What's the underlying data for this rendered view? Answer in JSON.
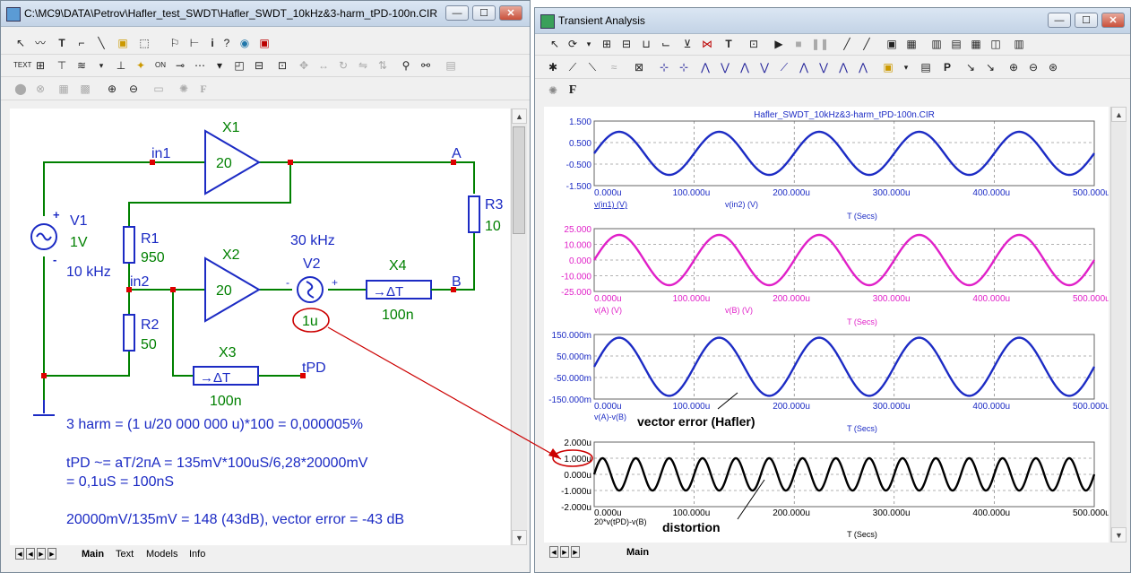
{
  "schematic_window": {
    "title": "C:\\MC9\\DATA\\Petrov\\Hafler_test_SWDT\\Hafler_SWDT_10kHz&3-harm_tPD-100n.CIR",
    "buttons": {
      "minimize": "—",
      "maximize": "☐",
      "close": "✕"
    },
    "components": {
      "x1": {
        "name": "X1",
        "gain": "20"
      },
      "x2": {
        "name": "X2",
        "gain": "20"
      },
      "x3": {
        "name": "X3",
        "value": "100n",
        "symbol": "→ΔT"
      },
      "x4": {
        "name": "X4",
        "value": "100n",
        "symbol": "→ΔT"
      },
      "v1": {
        "name": "V1",
        "value": "1V",
        "freq": "10 kHz",
        "plus": "+",
        "minus": "-"
      },
      "v2": {
        "name": "V2",
        "value": "1u",
        "freq": "30 kHz",
        "plus": "+",
        "minus": "-"
      },
      "r1": {
        "name": "R1",
        "value": "950"
      },
      "r2": {
        "name": "R2",
        "value": "50"
      },
      "r3": {
        "name": "R3",
        "value": "10"
      }
    },
    "nodes": {
      "in1": "in1",
      "in2": "in2",
      "a": "A",
      "b": "B",
      "tpd": "tPD"
    },
    "notes": [
      "3 harm = (1 u/20 000 000 u)*100 = 0,000005%",
      "tPD ~= aT/2пA = 135mV*100uS/6,28*20000mV",
      "= 0,1uS = 100nS",
      "20000mV/135mV = 148 (43dB), vector error = -43 dB"
    ],
    "tabs": [
      "Main",
      "Text",
      "Models",
      "Info"
    ]
  },
  "analysis_window": {
    "title": "Transient Analysis",
    "buttons": {
      "minimize": "—",
      "maximize": "☐",
      "close": "✕"
    },
    "font_button": "F",
    "tabs": [
      "Main"
    ],
    "x_tick_labels": [
      "0.000u",
      "100.000u",
      "200.000u",
      "300.000u",
      "400.000u",
      "500.000u"
    ],
    "x_axis_label": "T (Secs)",
    "plots": [
      {
        "title": "Hafler_SWDT_10kHz&3-harm_tPD-100n.CIR",
        "y_ticks": [
          "1.500",
          "0.500",
          "-0.500",
          "-1.500"
        ],
        "legend": [
          "v(in1) (V)",
          "v(in2) (V)"
        ],
        "color": "#1c2bc4"
      },
      {
        "title": "",
        "y_ticks": [
          "25.000",
          "10.000",
          "0.000",
          "-10.000",
          "-25.000"
        ],
        "legend": [
          "v(A) (V)",
          "v(B) (V)"
        ],
        "color": "#e020c8"
      },
      {
        "title": "",
        "y_ticks": [
          "150.000m",
          "50.000m",
          "-50.000m",
          "-150.000m"
        ],
        "legend": [
          "v(A)-v(B)"
        ],
        "color": "#1c2bc4",
        "annotation": "vector error (Hafler)"
      },
      {
        "title": "",
        "y_ticks": [
          "2.000u",
          "1.000u",
          "0.000u",
          "-1.000u",
          "-2.000u"
        ],
        "legend": [
          "20*v(tPD)-v(B)"
        ],
        "color": "#000000",
        "annotation": "distortion"
      }
    ]
  },
  "chart_data": [
    {
      "type": "line",
      "title": "Hafler_SWDT_10kHz&3-harm_tPD-100n.CIR",
      "xlabel": "T (Secs)",
      "ylabel": "",
      "xlim": [
        0,
        500
      ],
      "ylim": [
        -1.5,
        1.5
      ],
      "grid": true,
      "series": [
        {
          "name": "v(in1) (V)",
          "freq_khz": 10,
          "amplitude": 1.0
        }
      ]
    },
    {
      "type": "line",
      "title": "",
      "xlabel": "T (Secs)",
      "ylabel": "",
      "xlim": [
        0,
        500
      ],
      "ylim": [
        -25,
        25
      ],
      "grid": true,
      "series": [
        {
          "name": "v(A) (V)",
          "freq_khz": 10,
          "amplitude": 20.0
        }
      ]
    },
    {
      "type": "line",
      "title": "",
      "xlabel": "T (Secs)",
      "ylabel": "",
      "xlim": [
        0,
        500
      ],
      "ylim": [
        -0.15,
        0.15
      ],
      "grid": true,
      "series": [
        {
          "name": "v(A)-v(B)",
          "freq_khz": 10,
          "amplitude": 0.135
        }
      ]
    },
    {
      "type": "line",
      "title": "",
      "xlabel": "T (Secs)",
      "ylabel": "",
      "xlim": [
        0,
        500
      ],
      "ylim": [
        -2,
        2
      ],
      "grid": true,
      "series": [
        {
          "name": "20*v(tPD)-v(B)",
          "freq_khz": 30,
          "amplitude": 1.0
        }
      ]
    }
  ]
}
